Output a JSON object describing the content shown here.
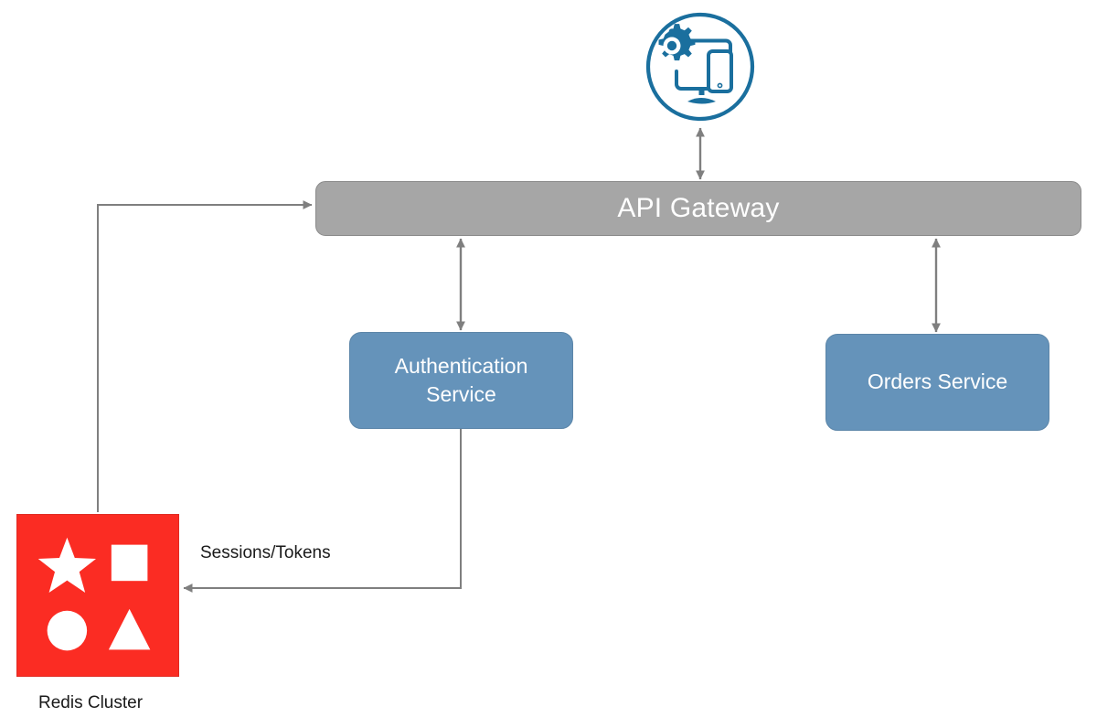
{
  "diagram": {
    "title": "API Gateway microservice architecture",
    "background": "#ffffff",
    "nodes": {
      "client": {
        "icon_name": "client-devices-icon",
        "label": "",
        "color": "#1a6f9e",
        "parts": [
          "gear",
          "monitor",
          "smartphone",
          "circle-outline"
        ]
      },
      "gateway": {
        "label": "API Gateway",
        "fill": "#a6a6a6",
        "stroke": "#8a8a8a",
        "text_color": "#ffffff"
      },
      "auth_service": {
        "label": "Authentication Service",
        "line1": "Authentication",
        "line2": "Service",
        "fill": "#6593ba",
        "stroke": "#5b85a8",
        "text_color": "#ffffff"
      },
      "orders_service": {
        "label": "Orders Service",
        "fill": "#6593ba",
        "stroke": "#5b85a8",
        "text_color": "#ffffff"
      },
      "redis": {
        "caption": "Redis Cluster",
        "fill": "#fb2c23",
        "shape_color": "#ffffff",
        "shapes": [
          "star",
          "square",
          "circle",
          "triangle"
        ]
      }
    },
    "edges": [
      {
        "name": "client-to-gateway",
        "from": "client",
        "to": "gateway",
        "label": "",
        "direction": "bidirectional",
        "color": "#808080"
      },
      {
        "name": "gateway-to-auth-service",
        "from": "gateway",
        "to": "auth_service",
        "label": "",
        "direction": "bidirectional",
        "color": "#808080"
      },
      {
        "name": "gateway-to-orders-service",
        "from": "gateway",
        "to": "orders_service",
        "label": "",
        "direction": "bidirectional",
        "color": "#808080"
      },
      {
        "name": "auth-service-to-redis",
        "from": "auth_service",
        "to": "redis",
        "label": "Sessions/Tokens",
        "direction": "forward",
        "color": "#808080"
      },
      {
        "name": "redis-to-gateway",
        "from": "redis",
        "to": "gateway",
        "label": "",
        "direction": "forward",
        "color": "#808080"
      }
    ],
    "edge_labels": {
      "sessions_tokens": "Sessions/Tokens"
    }
  }
}
